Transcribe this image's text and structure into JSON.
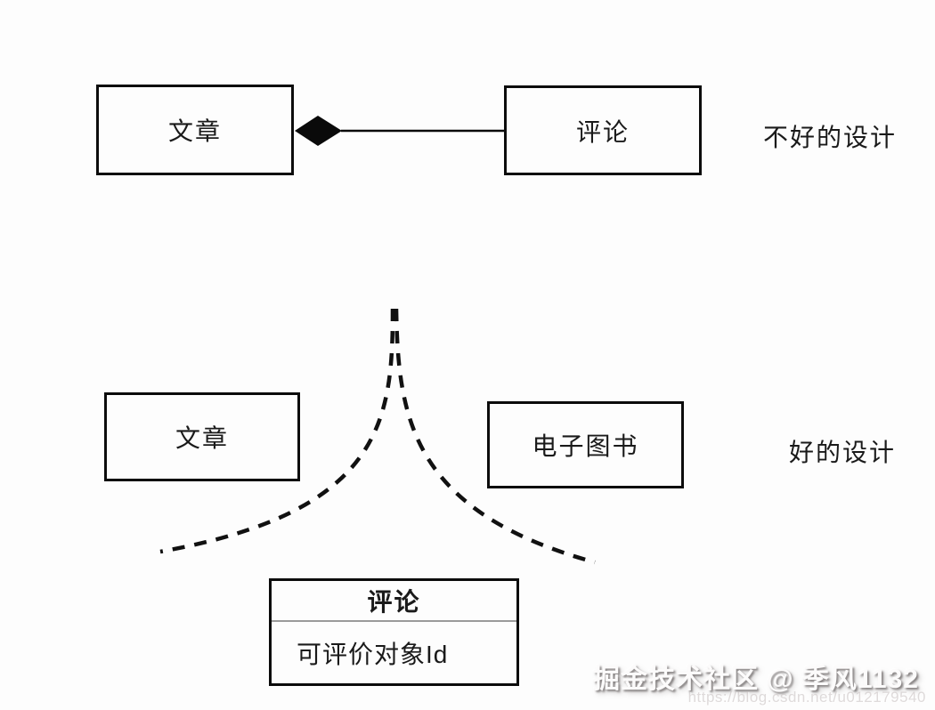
{
  "diagram": {
    "bad_design": {
      "caption": "不好的设计",
      "entities": {
        "article": "文章",
        "comment": "评论"
      },
      "relation": {
        "icon": "filled-diamond-composition",
        "style": "solid-line"
      }
    },
    "good_design": {
      "caption": "好的设计",
      "entities": {
        "article": "文章",
        "ebook": "电子图书"
      },
      "comment_table": {
        "title": "评论",
        "fields": [
          "可评价对象Id"
        ]
      },
      "connector": {
        "style": "dashed-branching-curves"
      }
    }
  },
  "watermark": {
    "text": "掘金技术社区 @ 季风1132",
    "url": "https://blog.csdn.net/u012179540"
  },
  "colors": {
    "background": "#fdfdfd",
    "border": "#0c0c0c",
    "text": "#1a1a1a",
    "divider": "#9a9a9a",
    "dash": "#111111"
  }
}
